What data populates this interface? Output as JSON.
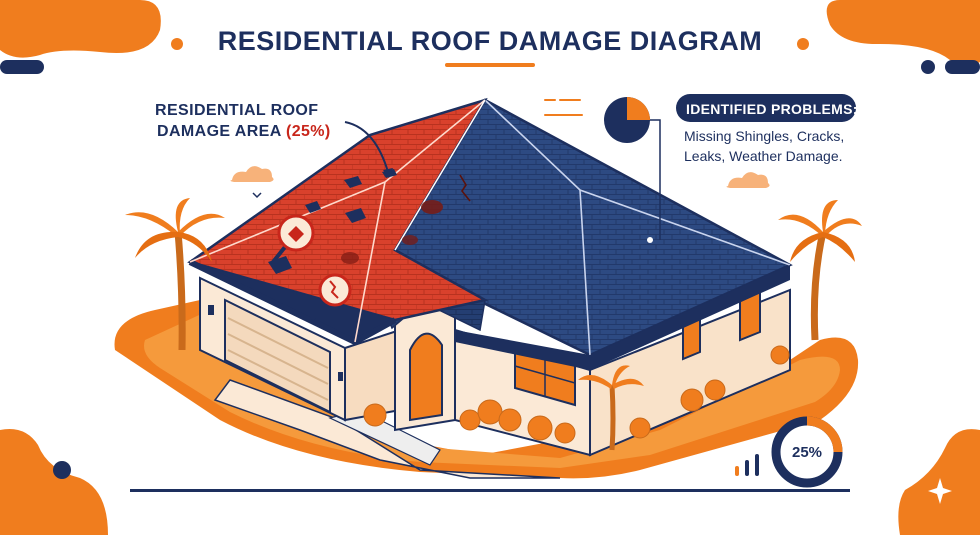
{
  "title": "RESIDENTIAL ROOF DAMAGE DIAGRAM",
  "callout": {
    "line1": "RESIDENTIAL ROOF",
    "line2_prefix": "DAMAGE AREA",
    "line2_pct": "(25%)"
  },
  "problems": {
    "heading": "IDENTIFIED PROBLEMS:",
    "line1": "Missing Shingles, Cracks,",
    "line2": "Leaks, Weather Damage."
  },
  "donut": {
    "label": "25%",
    "fraction": 0.25
  },
  "pie": {
    "fraction": 0.25
  },
  "colors": {
    "navy": "#1d2f5e",
    "orange": "#f07d1e",
    "damage_red": "#d9412c",
    "pct_red": "#c8261b",
    "wall": "#fbe9d6",
    "roof_blue": "#2d4a82"
  },
  "icons": [
    "magnifier-icon",
    "crack-icon",
    "bar-chart-icon",
    "sparkle-icon",
    "cloud-icon",
    "bird-icon"
  ]
}
